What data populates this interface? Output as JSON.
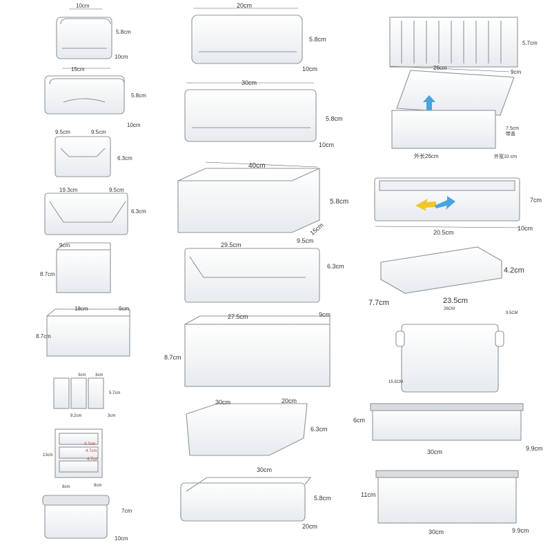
{
  "products": {
    "left_column": [
      {
        "w": "10cm",
        "h": "5.8cm",
        "d": "10cm"
      },
      {
        "w": "15cm",
        "h": "5.8cm",
        "d": "10cm"
      },
      {
        "w": "9.5cm",
        "w2": "9.5cm",
        "h": "6.3cm"
      },
      {
        "w": "19.3cm",
        "w2": "9.5cm",
        "h": "6.3cm"
      },
      {
        "w": "9cm",
        "h": "8.7cm"
      },
      {
        "w": "18cm",
        "w2": "9cm",
        "h": "8.7cm"
      },
      {
        "a": "3cm",
        "b": "3cm",
        "h": "5.7cm",
        "w": "9.2cm",
        "d": "3cm"
      },
      {
        "h": "13cm",
        "w": "8cm",
        "d": "9cm",
        "r1": "4.7cm",
        "r2": "4.7cm",
        "r3": "4.7cm"
      },
      {
        "h": "7cm",
        "d": "10cm"
      }
    ],
    "mid_column": [
      {
        "w": "20cm",
        "h": "5.8cm",
        "d": "10cm"
      },
      {
        "w": "30cm",
        "h": "5.8cm",
        "d": "10cm"
      },
      {
        "w": "40cm",
        "h": "5.8cm",
        "d": "15cm"
      },
      {
        "w": "29.5cm",
        "w2": "9.5cm",
        "h": "6.3cm"
      },
      {
        "w": "27.5cm",
        "w2": "9cm",
        "h": "8.7cm"
      },
      {
        "w": "30cm",
        "w2": "20cm",
        "h": "6.3cm"
      },
      {
        "w": "30cm",
        "h": "5.8cm",
        "d": "20cm"
      }
    ],
    "right_column": [
      {
        "w": "26cm",
        "h": "5.7cm",
        "d": "9cm"
      },
      {
        "outer_w": "外长26cm",
        "h": "7.5cm",
        "h_note": "带盖",
        "outer_d": "外宽10 cm"
      },
      {
        "w": "20.5cm",
        "h": "7cm",
        "d": "10cm"
      },
      {
        "w": "23.5cm",
        "h": "4.2cm",
        "d": "7.7cm"
      },
      {
        "w": "26CM",
        "d": "9.5CM",
        "h": "15.5CM"
      },
      {
        "w": "30cm",
        "h": "6cm",
        "d": "9.9cm"
      },
      {
        "w": "30cm",
        "h": "11cm",
        "d": "9.9cm"
      }
    ]
  },
  "colors": {
    "outline": "#9aa0a6",
    "clear": "#eef1f3",
    "lid": "#d9dcdf",
    "arrow_yellow": "#f2c52b",
    "arrow_blue": "#4aa3df"
  }
}
